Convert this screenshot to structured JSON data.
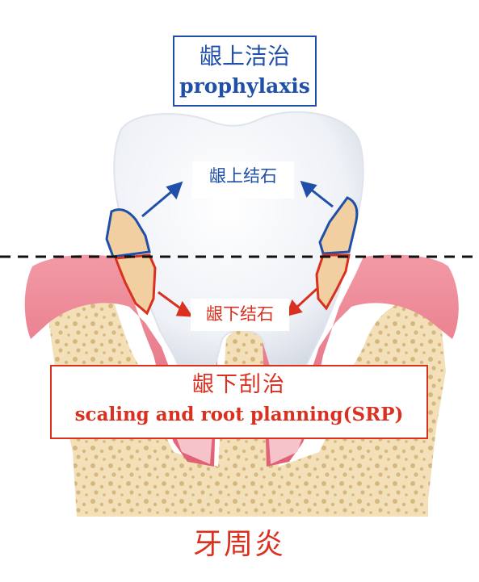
{
  "supragingival_box": {
    "chinese": "龈上洁治",
    "english": "prophylaxis"
  },
  "supragingival_calculus": {
    "label": "龈上结石"
  },
  "subgingival_calculus": {
    "label": "龈下结石"
  },
  "srp_box": {
    "chinese": "龈下刮治",
    "english": "scaling and root planning(SRP)"
  },
  "disease": {
    "label": "牙周炎"
  },
  "colors": {
    "supragingival": "#1f4fa8",
    "subgingival": "#d9301f",
    "gum": "#ec7c8c",
    "bone": "#f1ddb2",
    "tooth": "#f4f6fa"
  }
}
